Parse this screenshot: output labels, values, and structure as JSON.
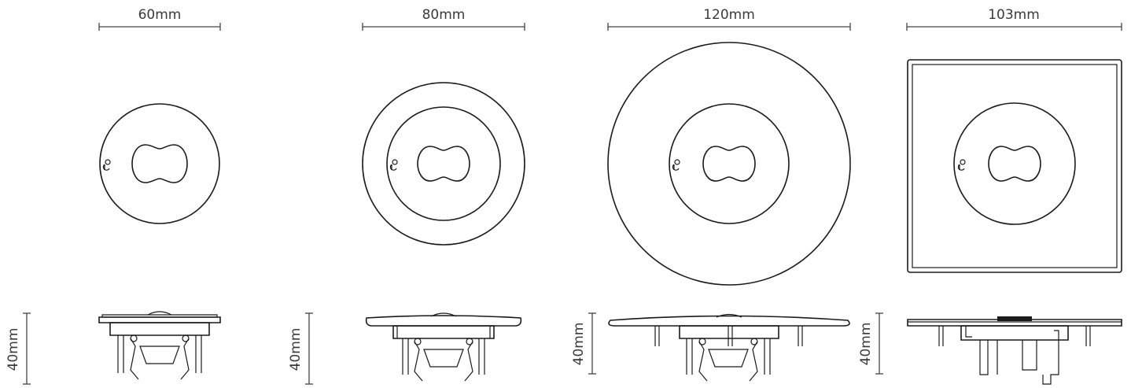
{
  "sensors": [
    {
      "width_label": "60mm",
      "height_label": "40mm"
    },
    {
      "width_label": "80mm",
      "height_label": "40mm"
    },
    {
      "width_label": "120mm",
      "height_label": "40mm"
    },
    {
      "width_label": "103mm",
      "height_label": "40mm"
    }
  ]
}
